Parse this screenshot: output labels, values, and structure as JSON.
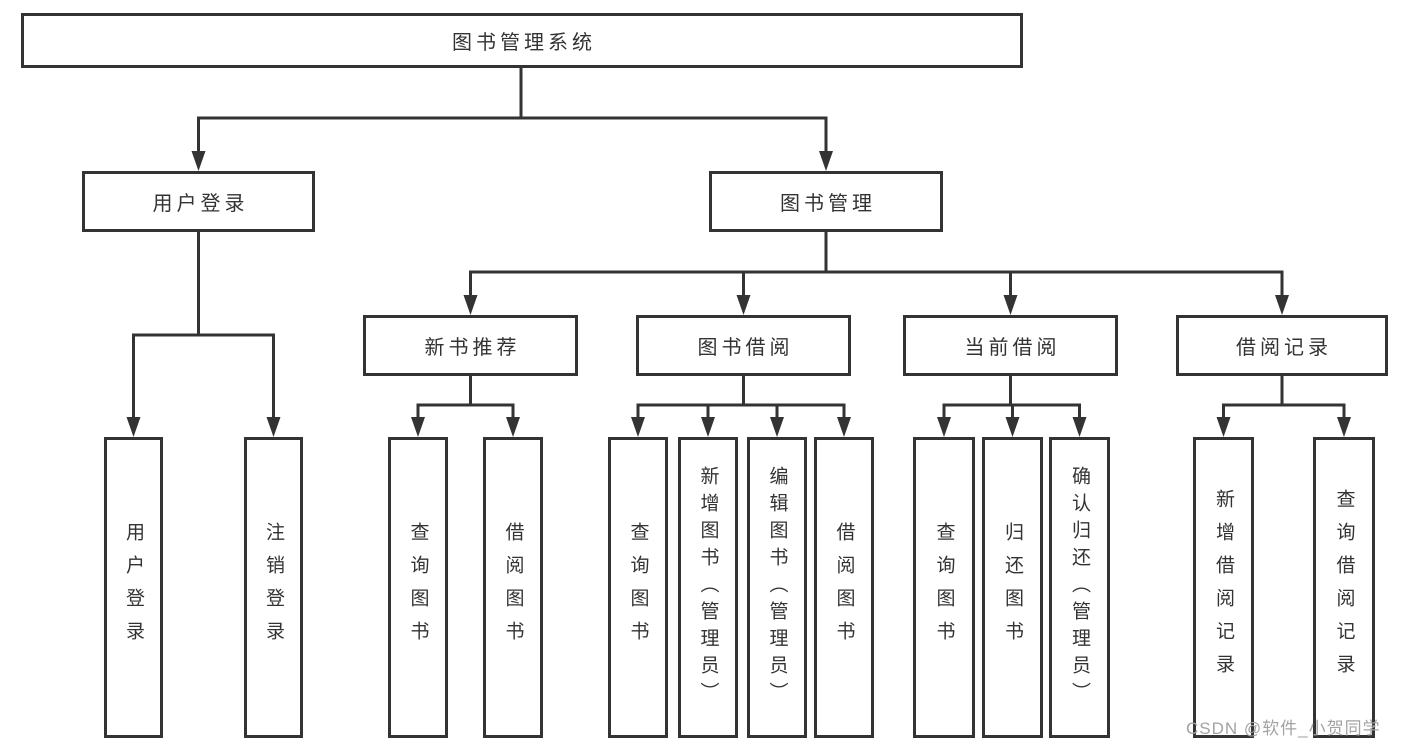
{
  "diagram": {
    "colors": {
      "line": "#333333",
      "text": "#333333",
      "box_background": "#ffffff",
      "watermark": "#a3a3a3"
    },
    "root": {
      "label": "图书管理系统"
    },
    "level2": [
      {
        "label": "用户登录"
      },
      {
        "label": "图书管理"
      }
    ],
    "level3": [
      {
        "label": "新书推荐"
      },
      {
        "label": "图书借阅"
      },
      {
        "label": "当前借阅"
      },
      {
        "label": "借阅记录"
      }
    ],
    "leaves": {
      "user_login": [
        {
          "label": "用户登录"
        },
        {
          "label": "注销登录"
        }
      ],
      "new_book_rec": [
        {
          "label": "查询图书"
        },
        {
          "label": "借阅图书"
        }
      ],
      "book_borrow": [
        {
          "label": "查询图书"
        },
        {
          "label": "新增图书（管理员）"
        },
        {
          "label": "编辑图书（管理员）"
        },
        {
          "label": "借阅图书"
        }
      ],
      "current_borrow": [
        {
          "label": "查询图书"
        },
        {
          "label": "归还图书"
        },
        {
          "label": "确认归还（管理员）"
        }
      ],
      "borrow_records": [
        {
          "label": "新增借阅记录"
        },
        {
          "label": "查询借阅记录"
        }
      ]
    },
    "watermark": "CSDN @软件_小贺同学"
  }
}
